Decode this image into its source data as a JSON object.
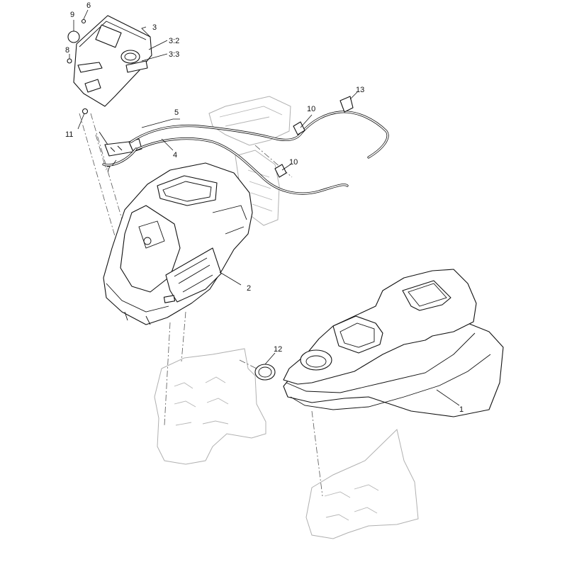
{
  "callouts": {
    "c1": "1",
    "c2": "2",
    "c3": "3",
    "c3_2": "3:2",
    "c3_3": "3:3",
    "c4": "4",
    "c5": "5",
    "c6": "6",
    "c7": "7",
    "c8": "8",
    "c9": "9",
    "c10a": "10",
    "c10b": "10",
    "c11": "11",
    "c12": "12",
    "c13": "13"
  }
}
